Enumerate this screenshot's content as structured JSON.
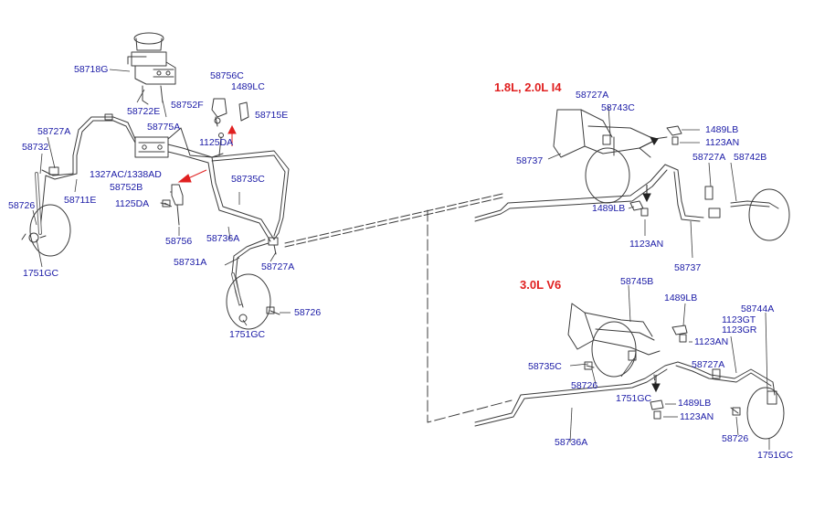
{
  "colors": {
    "part_label": "#1a1aa6",
    "engine_label": "#e02020",
    "line": "#3c3c3c",
    "arrow": "#e02020"
  },
  "engines": {
    "i4": "1.8L, 2.0L I4",
    "v6": "3.0L V6"
  },
  "labels": {
    "p58718G": "58718G",
    "p58722E": "58722E",
    "p58775A": "58775A",
    "p58756C": "58756C",
    "p1489LC": "1489LC",
    "p58752F": "58752F",
    "p58715E": "58715E",
    "p1125DA_a": "1125DA",
    "p58727A_l": "58727A",
    "p58732": "58732",
    "p1327AC": "1327AC/1338AD",
    "p58711E": "58711E",
    "p58752B": "58752B",
    "p58735C_l": "58735C",
    "p1125DA_b": "1125DA",
    "p58726_l": "58726",
    "p58756": "58756",
    "p58736A_l": "58736A",
    "p1751GC_l": "1751GC",
    "p58731A": "58731A",
    "p58727A_c": "58727A",
    "p58726_c": "58726",
    "p1751GC_c": "1751GC",
    "p58727A_i4": "58727A",
    "p58743C": "58743C",
    "p1489LB_i4": "1489LB",
    "p1123AN_i4a": "1123AN",
    "p58737_a": "58737",
    "p58727A_i4b": "58727A",
    "p58742B": "58742B",
    "p1489LB_i4b": "1489LB",
    "p1123AN_i4b": "1123AN",
    "p58737_b": "58737",
    "p58745B": "58745B",
    "p1489LB_v6a": "1489LB",
    "p1123GT": "1123GT",
    "p1123GR": "1123GR",
    "p58744A": "58744A",
    "p1123AN_v6a": "1123AN",
    "p58735C_v6": "58735C",
    "p58727A_v6": "58727A",
    "p58726_v6a": "58726",
    "p1751GC_v6a": "1751GC",
    "p1489LB_v6b": "1489LB",
    "p1123AN_v6b": "1123AN",
    "p58736A_v6": "58736A",
    "p58726_v6b": "58726",
    "p1751GC_v6b": "1751GC"
  }
}
